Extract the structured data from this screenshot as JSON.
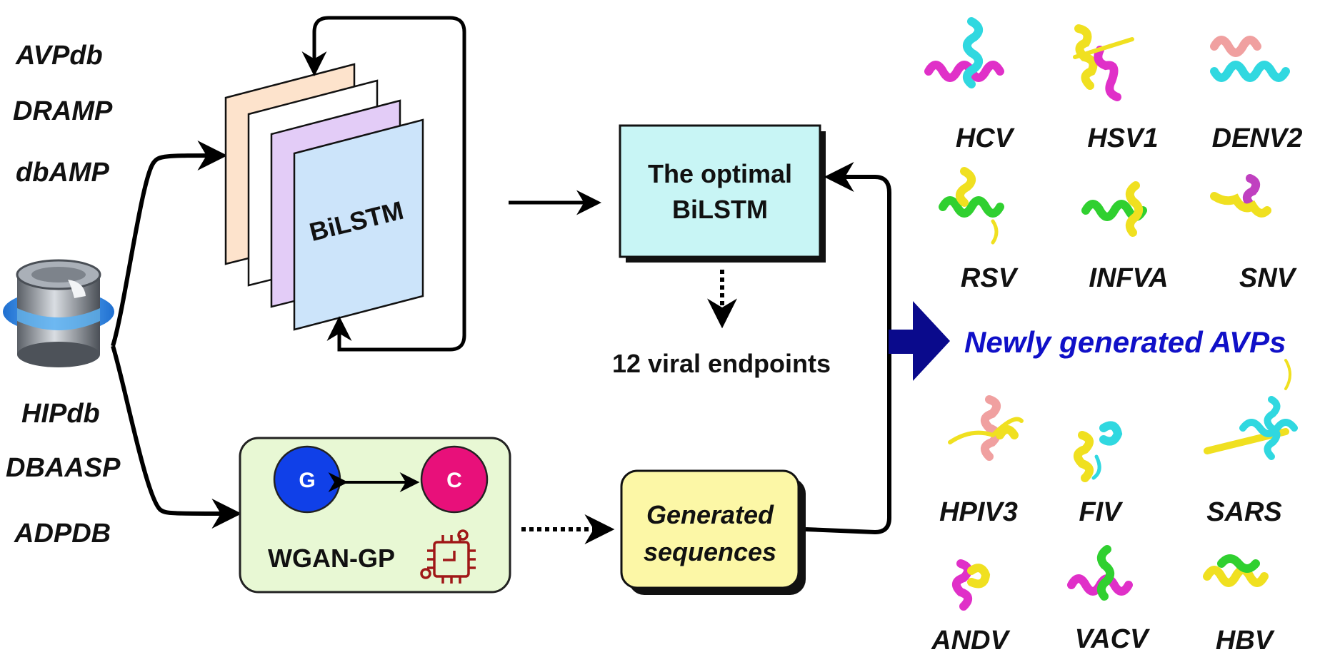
{
  "databases_top": [
    "AVPdb",
    "DRAMP",
    "dbAMP"
  ],
  "databases_bottom": [
    "HIPdb",
    "DBAASP",
    "ADPDB"
  ],
  "bilstm_label": "BiLSTM",
  "optimal_box": {
    "line1": "The optimal",
    "line2": "BiLSTM"
  },
  "endpoints_label": "12 viral endpoints",
  "wgan": {
    "label": "WGAN-GP",
    "generator": "G",
    "critic": "C"
  },
  "generated_box": {
    "line1": "Generated",
    "line2": "sequences"
  },
  "newly_generated_label": "Newly generated AVPs",
  "viruses": [
    "HCV",
    "HSV1",
    "DENV2",
    "RSV",
    "INFVA",
    "SNV",
    "HPIV3",
    "FIV",
    "SARS",
    "ANDV",
    "VACV",
    "HBV"
  ],
  "colors": {
    "layer1": "#fde3cc",
    "layer2": "#ffffff",
    "layer3": "#e3ccf7",
    "layer4": "#cce4fa",
    "optimal_fill": "#c8f5f5",
    "generated_fill": "#fcf7a6",
    "wgan_fill": "#e8f8d4",
    "generator_node": "#1040e8",
    "critic_node": "#e8107a",
    "chip_icon": "#a01818",
    "big_arrow": "#0a0a8c",
    "generated_label": "#1010c8"
  }
}
